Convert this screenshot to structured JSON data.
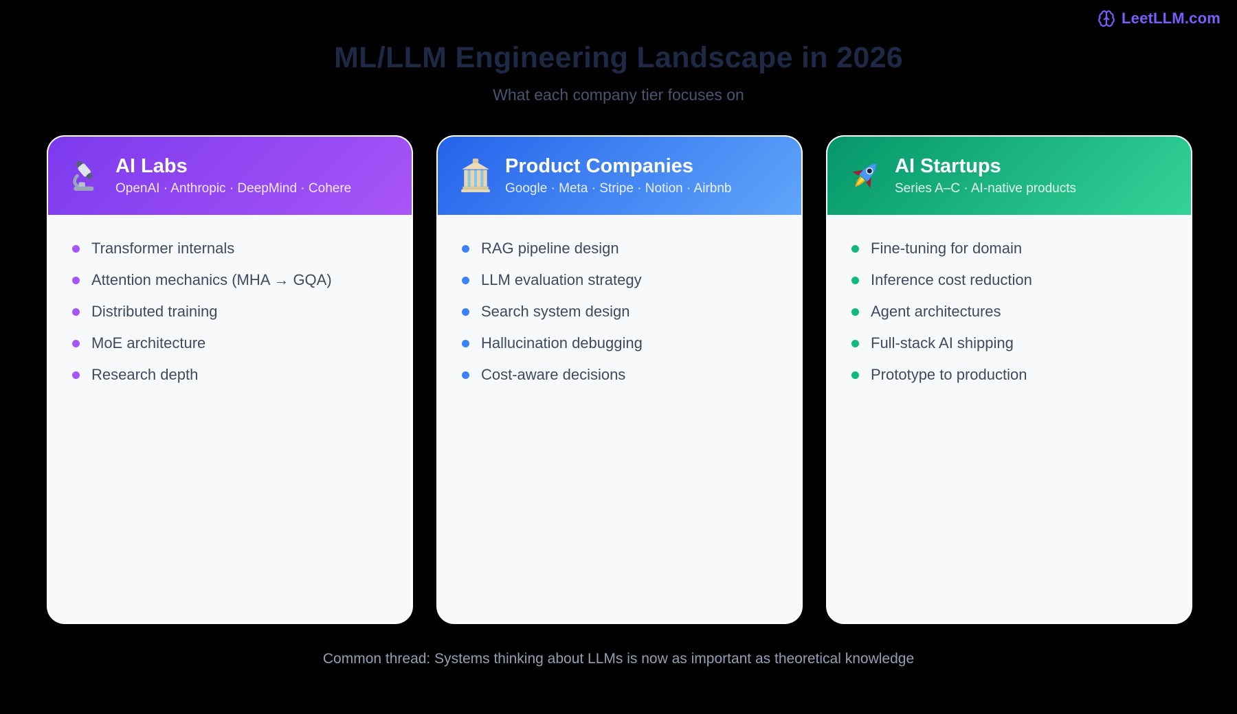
{
  "brand": {
    "label": "LeetLLM.com",
    "color": "#7c5cfa",
    "icon": "brain-icon"
  },
  "header": {
    "title": "ML/LLM Engineering Landscape in 2026",
    "subtitle": "What each company tier focuses on"
  },
  "cards": [
    {
      "title": "AI Labs",
      "subtitle": "OpenAI · Anthropic · DeepMind · Cohere",
      "icon": "microscope-icon",
      "gradient_from": "#7c3aed",
      "gradient_to": "#a855f7",
      "bullet_color": "#a855f7",
      "items": [
        "Transformer internals",
        "Attention mechanics (MHA → GQA)",
        "Distributed training",
        "MoE architecture",
        "Research depth"
      ]
    },
    {
      "title": "Product Companies",
      "subtitle": "Google · Meta · Stripe · Notion · Airbnb",
      "icon": "bank-icon",
      "gradient_from": "#2563eb",
      "gradient_to": "#60a5fa",
      "bullet_color": "#3b82f6",
      "items": [
        "RAG pipeline design",
        "LLM evaluation strategy",
        "Search system design",
        "Hallucination debugging",
        "Cost-aware decisions"
      ]
    },
    {
      "title": "AI Startups",
      "subtitle": "Series A–C · AI-native products",
      "icon": "rocket-icon",
      "gradient_from": "#059669",
      "gradient_to": "#34d399",
      "bullet_color": "#10b981",
      "items": [
        "Fine-tuning for domain",
        "Inference cost reduction",
        "Agent architectures",
        "Full-stack AI shipping",
        "Prototype to production"
      ]
    }
  ],
  "footer": {
    "text": "Common thread: Systems thinking about LLMs is now as important as theoretical knowledge"
  },
  "colors": {
    "page_bg": "#000000",
    "title_text": "#1d2945",
    "subtitle_text": "#49556e",
    "card_bg": "#f8f9fb",
    "item_text": "#3e4a5e",
    "footer_text": "#959fb3"
  }
}
